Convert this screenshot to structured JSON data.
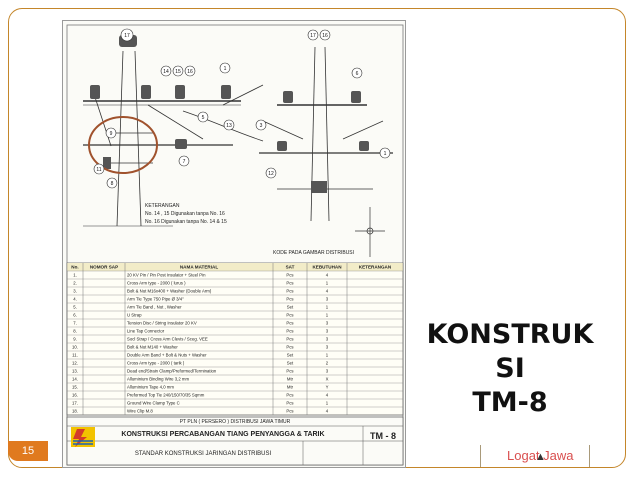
{
  "slide": {
    "title_lines": [
      "KONSTRUK",
      "SI",
      "TM-8"
    ],
    "page_number": "15",
    "footer_link": "Logat Jawa"
  },
  "colors": {
    "accent_orange": "#e07a1f",
    "frame_border": "#c4862a",
    "link_red": "#d94f4f",
    "highlight_circle": "#a0522d"
  },
  "drawing": {
    "keterangan_title": "KETERANGAN",
    "keterangan_lines": [
      "No. 14 , 15 Digunakan tanpa No. 16",
      "No. 16 Digunakan tanpa No. 14 & 15"
    ],
    "kode_label": "KODE PADA GAMBAR DISTRIBUSI",
    "table_headers": [
      "No.",
      "NOMOR SAP",
      "NAMA MATERIAL",
      "SAT",
      "KEBUTUHAN",
      "KETERANGAN"
    ],
    "table_rows": [
      {
        "no": "1.",
        "name": "20 KV Pin / Pin Post Insulator + Steel Pin",
        "sat": "Pcs",
        "qty": "4"
      },
      {
        "no": "2.",
        "name": "Cross Arm type - 2000 ( lurus )",
        "sat": "Pcs",
        "qty": "1"
      },
      {
        "no": "3.",
        "name": "Bolt & Nut M16x400 + Washer (Double Arm)",
        "sat": "Pcs",
        "qty": "4"
      },
      {
        "no": "4.",
        "name": "Arm Tie Type 750 Pipe Ø 3/4\"",
        "sat": "Pcs",
        "qty": "3"
      },
      {
        "no": "5.",
        "name": "Arm Tie Band , Nut , Washer",
        "sat": "Set",
        "qty": "1"
      },
      {
        "no": "6.",
        "name": "U Strap",
        "sat": "Pcs",
        "qty": "1"
      },
      {
        "no": "7.",
        "name": "Tension Disc / String Insulator 20 KV",
        "sat": "Pcs",
        "qty": "3"
      },
      {
        "no": "8.",
        "name": "Line Tap Connector",
        "sat": "Pcs",
        "qty": "3"
      },
      {
        "no": "9.",
        "name": "Socl Strap / Cross Arm Clevis / Sceg. VEE",
        "sat": "Pcs",
        "qty": "3"
      },
      {
        "no": "10.",
        "name": "Bolt & Nut M140 + Washer",
        "sat": "Pcs",
        "qty": "3"
      },
      {
        "no": "11.",
        "name": "Double Arm Band + Bolt & Nuts + Washer",
        "sat": "Set",
        "qty": "1"
      },
      {
        "no": "12.",
        "name": "Cross Arm type - 2000 ( tarik )",
        "sat": "Set",
        "qty": "2"
      },
      {
        "no": "13.",
        "name": "Dead end/Strain Clamp/Preformed/Termination",
        "sat": "Pcs",
        "qty": "3"
      },
      {
        "no": "14.",
        "name": "Alluminium Binding Wire 3,2 mm",
        "sat": "Mtr",
        "qty": "X"
      },
      {
        "no": "15.",
        "name": "Alluminium Tape 4,0 mm",
        "sat": "Mtr",
        "qty": "Y"
      },
      {
        "no": "16.",
        "name": "Preformed Top Tie 240/150/70/35 Sqmm",
        "sat": "Pcs",
        "qty": "4"
      },
      {
        "no": "17.",
        "name": "Ground Wire Clamp Type C",
        "sat": "Pcs",
        "qty": "1"
      },
      {
        "no": "18.",
        "name": "Wire Clip M.8",
        "sat": "Pcs",
        "qty": "4"
      }
    ],
    "company": "PT PLN ( PERSERO ) DISTRIBUSI JAWA TIMUR",
    "drawing_title": "KONSTRUKSI PERCABANGAN TIANG PENYANGGA & TARIK",
    "drawing_subtitle": "STANDAR KONSTRUKSI JARINGAN DISTRIBUSI",
    "drawing_code": "TM - 8"
  }
}
